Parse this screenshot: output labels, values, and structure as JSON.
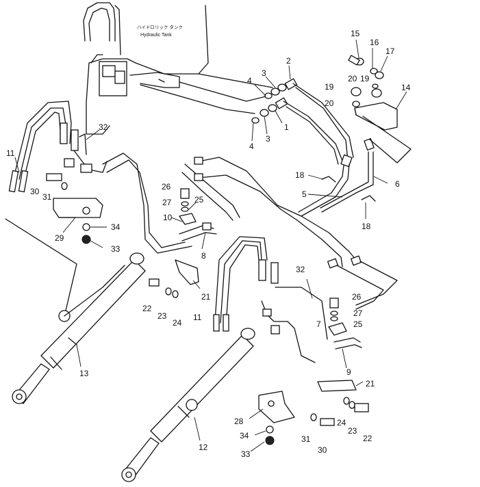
{
  "tank": {
    "label_jp": "ハイドロリック タンク",
    "label_en": "Hydraulic Tank"
  },
  "callouts": [
    {
      "id": "c15a",
      "text": "15"
    },
    {
      "id": "c16a",
      "text": "16"
    },
    {
      "id": "c17a",
      "text": "17"
    },
    {
      "id": "c2a",
      "text": "2"
    },
    {
      "id": "c3a",
      "text": "3"
    },
    {
      "id": "c4a",
      "text": "4"
    },
    {
      "id": "c20a",
      "text": "20"
    },
    {
      "id": "c19a",
      "text": "19"
    },
    {
      "id": "c19b",
      "text": "19"
    },
    {
      "id": "c14a",
      "text": "14"
    },
    {
      "id": "c20b",
      "text": "20"
    },
    {
      "id": "c1a",
      "text": "1"
    },
    {
      "id": "c3b",
      "text": "3"
    },
    {
      "id": "c4b",
      "text": "4"
    },
    {
      "id": "c32a",
      "text": "32"
    },
    {
      "id": "c11a",
      "text": "11"
    },
    {
      "id": "c18a",
      "text": "18"
    },
    {
      "id": "c6a",
      "text": "6"
    },
    {
      "id": "c30a",
      "text": "30"
    },
    {
      "id": "c26a",
      "text": "26"
    },
    {
      "id": "c5a",
      "text": "5"
    },
    {
      "id": "c31a",
      "text": "31"
    },
    {
      "id": "c27a",
      "text": "27"
    },
    {
      "id": "c25a",
      "text": "25"
    },
    {
      "id": "c18b",
      "text": "18"
    },
    {
      "id": "c10a",
      "text": "10"
    },
    {
      "id": "c34a",
      "text": "34"
    },
    {
      "id": "c29a",
      "text": "29"
    },
    {
      "id": "c33a",
      "text": "33"
    },
    {
      "id": "c8a",
      "text": "8"
    },
    {
      "id": "c32b",
      "text": "32"
    },
    {
      "id": "c21a",
      "text": "21"
    },
    {
      "id": "c22a",
      "text": "22"
    },
    {
      "id": "c23a",
      "text": "23"
    },
    {
      "id": "c24a",
      "text": "24"
    },
    {
      "id": "c26b",
      "text": "26"
    },
    {
      "id": "c11b",
      "text": "11"
    },
    {
      "id": "c27b",
      "text": "27"
    },
    {
      "id": "c7a",
      "text": "7"
    },
    {
      "id": "c25b",
      "text": "25"
    },
    {
      "id": "c13a",
      "text": "13"
    },
    {
      "id": "c9a",
      "text": "9"
    },
    {
      "id": "c21b",
      "text": "21"
    },
    {
      "id": "c28a",
      "text": "28"
    },
    {
      "id": "c24b",
      "text": "24"
    },
    {
      "id": "c31b",
      "text": "31"
    },
    {
      "id": "c23b",
      "text": "23"
    },
    {
      "id": "c34b",
      "text": "34"
    },
    {
      "id": "c22b",
      "text": "22"
    },
    {
      "id": "c12a",
      "text": "12"
    },
    {
      "id": "c30b",
      "text": "30"
    },
    {
      "id": "c33b",
      "text": "33"
    }
  ]
}
